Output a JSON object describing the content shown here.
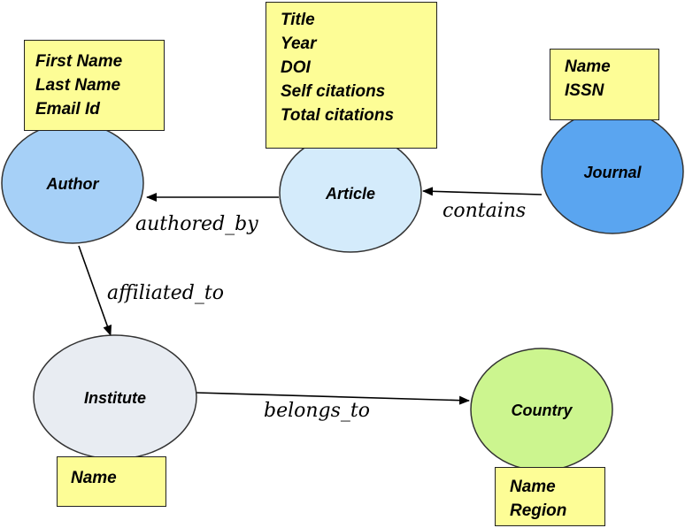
{
  "nodes": {
    "author": {
      "label": "Author",
      "color": "#a6d0f7"
    },
    "article": {
      "label": "Article",
      "color": "#d4ebfb"
    },
    "journal": {
      "label": "Journal",
      "color": "#5aa5f0"
    },
    "institute": {
      "label": "Institute",
      "color": "#e8ecf2"
    },
    "country": {
      "label": "Country",
      "color": "#ccf58f"
    }
  },
  "attributes": {
    "author": [
      "First Name",
      "Last Name",
      "Email Id"
    ],
    "article": [
      "Title",
      "Year",
      "DOI",
      "Self citations",
      "Total citations"
    ],
    "journal": [
      "Name",
      "ISSN"
    ],
    "institute": [
      "Name"
    ],
    "country": [
      "Name",
      "Region"
    ]
  },
  "edges": {
    "authored_by": "authored_by",
    "contains": "contains",
    "affiliated_to": "affiliated_to",
    "belongs_to": "belongs_to"
  },
  "colors": {
    "attribute_box": "#fdfd96",
    "outline": "#222222"
  }
}
